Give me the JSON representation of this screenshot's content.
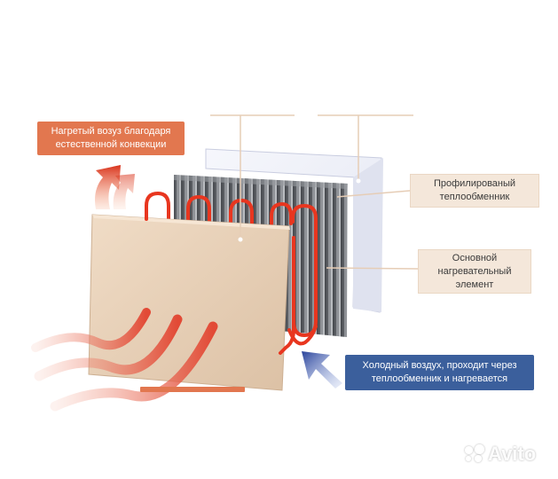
{
  "labels": {
    "warm_air": "Нагретый возуз благодаря\nестественной конвекции",
    "profiled_exchanger": "Профилированый\nтеплообменник",
    "main_heater": "Основной\nнагревательный\nэлемент",
    "cold_air": "Холодный воздух, проходит через\nтеплообменник и нагревается"
  },
  "watermark": {
    "text": "Avito",
    "icon": "avito-dots-icon"
  },
  "colors": {
    "orange_callout": "#e2774f",
    "beige_callout": "#f4e7da",
    "blue_callout": "#3b5f9c",
    "front_panel": "#e9d2bb",
    "fins": "#6b6e73",
    "back_panel": "#eef0f8",
    "heating_tube": "#e8361f",
    "cold_arrow": "#2f4fa0",
    "warm_arrow": "#e0452a"
  }
}
